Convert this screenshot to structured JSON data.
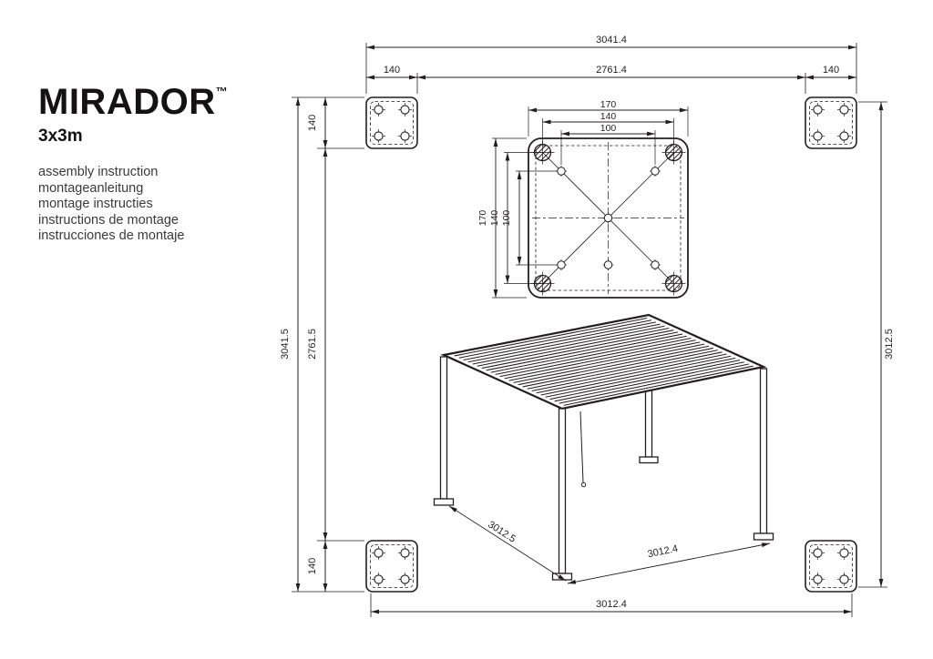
{
  "brand": {
    "logo": "MIRADOR",
    "trademark": "™",
    "model": "3x3m",
    "instructions": [
      "assembly instruction",
      "montageanleitung",
      "montage instructies",
      "instructions de montage",
      "instrucciones de montaje"
    ]
  },
  "drawing": {
    "top": {
      "total": "3041.4",
      "left_offset": "140",
      "inner": "2761.4",
      "right_offset": "140"
    },
    "left": {
      "total": "3041.5",
      "inner": "2761.5",
      "top_offset": "140",
      "bottom_offset": "140"
    },
    "right": {
      "height": "3012.5"
    },
    "bottom": {
      "total": "3012.4"
    },
    "plate": {
      "width_outer": "170",
      "width_mid": "140",
      "width_inner": "100",
      "height_outer": "170",
      "height_mid": "140",
      "height_inner": "100"
    },
    "pergola": {
      "left_edge": "3012.5",
      "front_edge": "3012.4"
    }
  },
  "colors": {
    "line": "#231f20",
    "background": "#ffffff"
  }
}
